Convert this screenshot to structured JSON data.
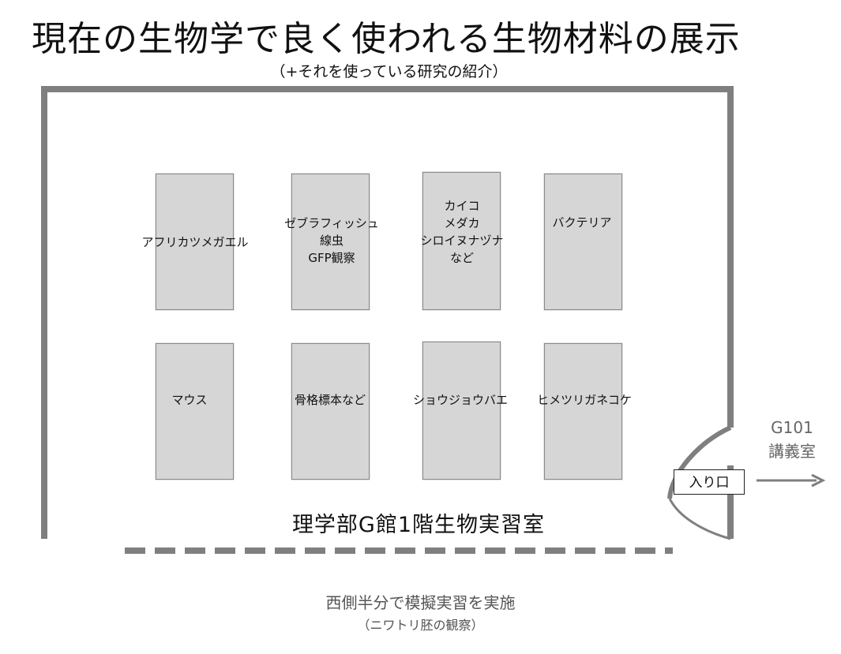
{
  "title": "現在の生物学で良く使われる生物材料の展示",
  "subtitle": "（+それを使っている研究の紹介）",
  "tables": [
    {
      "label": "アフリカツメガエル"
    },
    {
      "label": "ゼブラフィッシュ\n線虫\nGFP観察"
    },
    {
      "label": "カイコ\nメダカ\nシロイヌナヅナ\nなど"
    },
    {
      "label": "バクテリア"
    },
    {
      "label": "マウス"
    },
    {
      "label": "骨格標本など"
    },
    {
      "label": "ショウジョウバエ"
    },
    {
      "label": "ヒメツリガネコケ"
    }
  ],
  "room_name": "理学部G館1階生物実習室",
  "entrance_label": "入り口",
  "next_room": "G101\n講義室",
  "note": "西側半分で模擬実習を実施",
  "note_sub": "（ニワトリ胚の観察）",
  "colors": {
    "wall": "#7f7f7f",
    "table_fill": "#d6d6d6",
    "table_border": "#8a8a8a",
    "arrow": "#7f7f7f"
  }
}
